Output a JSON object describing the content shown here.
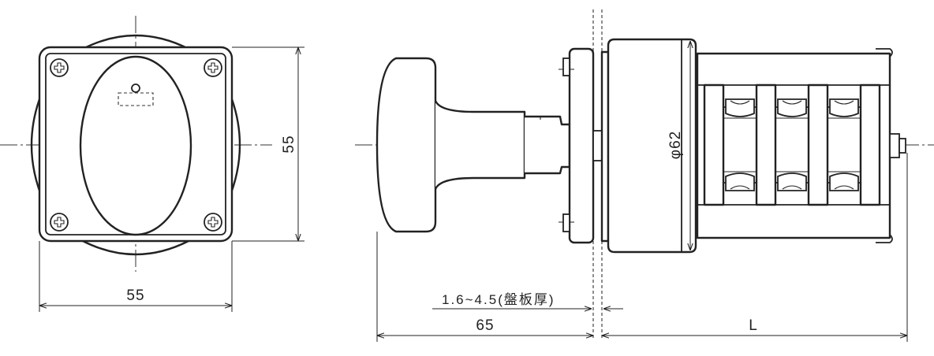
{
  "dimensions": {
    "front_width": "55",
    "front_height": "55",
    "diameter": "φ62",
    "panel_thickness": "1.6~4.5(盤板厚)",
    "knob_depth": "65",
    "body_length": "L"
  },
  "colors": {
    "line": "#222222",
    "background": "#ffffff"
  }
}
